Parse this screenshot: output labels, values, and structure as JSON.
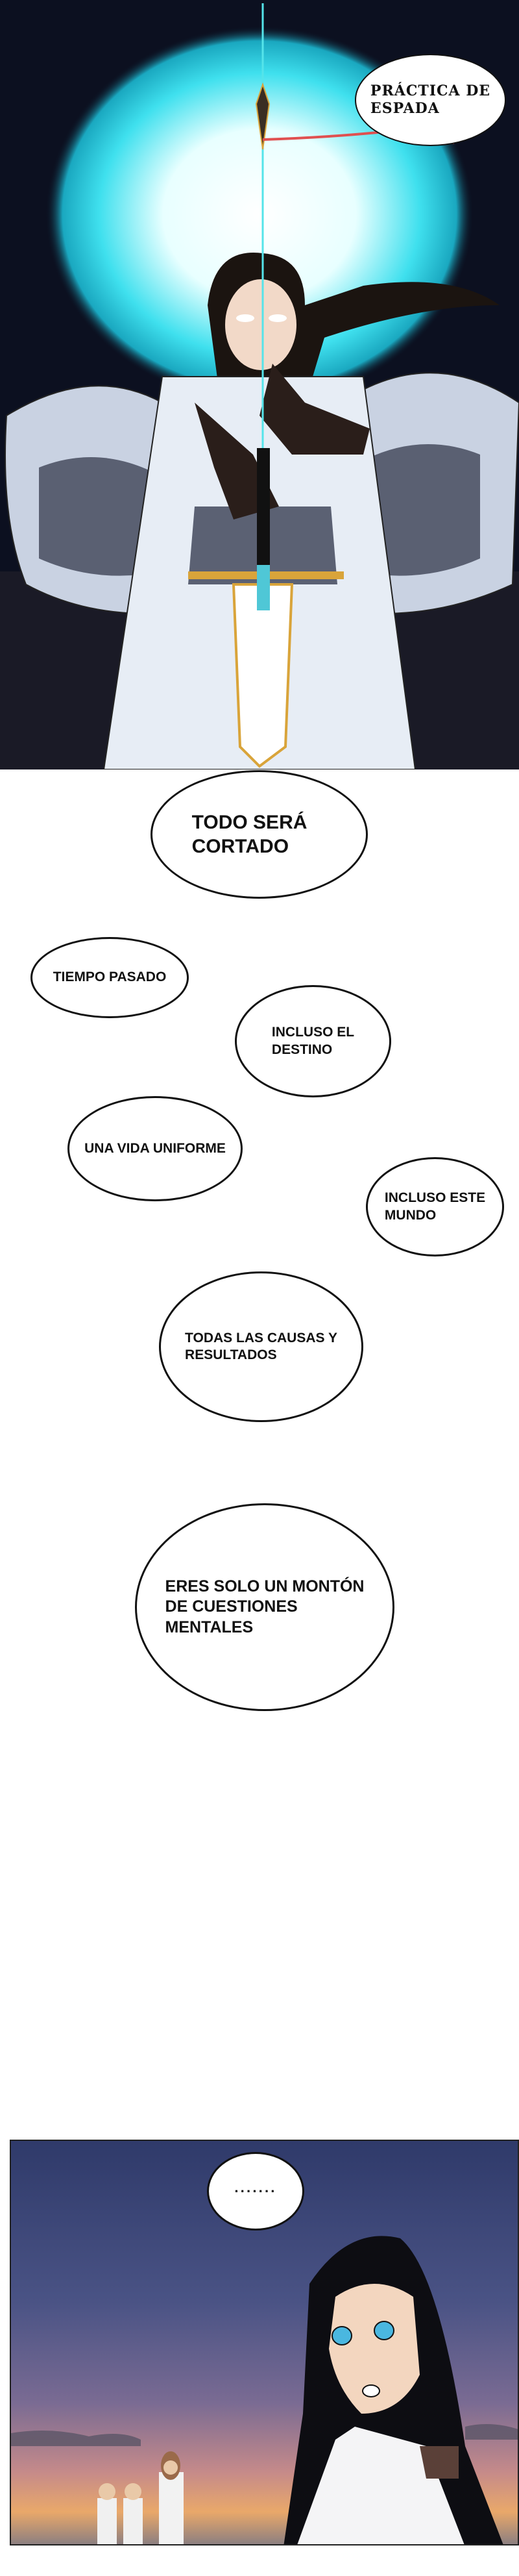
{
  "panels": {
    "top": {
      "caption": "PRÁCTICA DE\nESPADA"
    },
    "bubbles": [
      "TODO SERÁ\nCORTADO",
      "TIEMPO PASADO",
      "INCLUSO EL\nDESTINO",
      "UNA VIDA UNIFORME",
      "INCLUSO ESTE\nMUNDO",
      "TODAS LAS CAUSAS Y\nRESULTADOS",
      "ERES SOLO UN MONTÓN\nDE CUESTIONES\nMENTALES"
    ],
    "bottom": {
      "speech": "·······"
    }
  },
  "colors": {
    "night_sky": "#0c1020",
    "glow": "#37e6f0",
    "ink": "#111111"
  }
}
